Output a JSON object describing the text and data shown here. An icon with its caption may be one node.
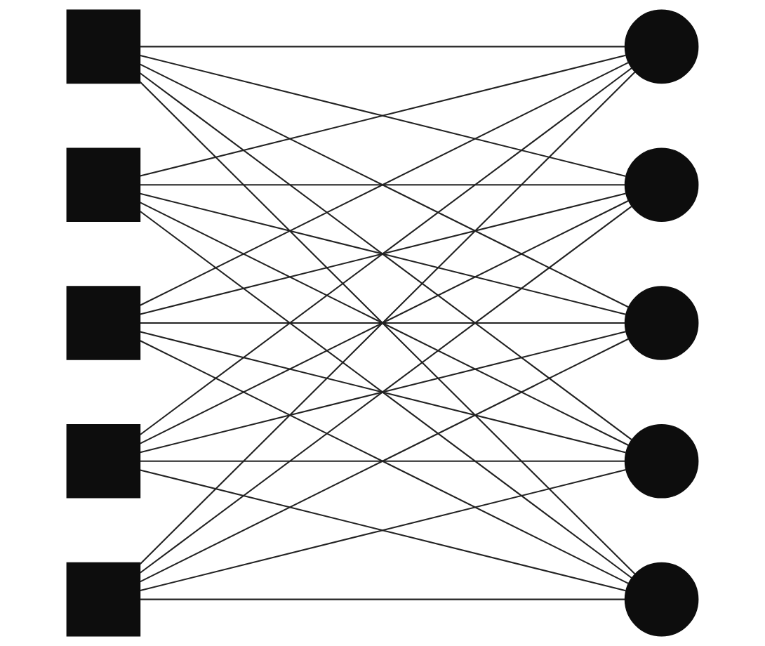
{
  "diagram": {
    "nodes": [
      {
        "text": [],
        "shape": "box"
      },
      {
        "text": [],
        "shape": "box"
      },
      {
        "text": [],
        "shape": "box"
      },
      {
        "text": [],
        "shape": "box"
      },
      {
        "text": [],
        "shape": "box"
      },
      {
        "text": [],
        "shape": "circle"
      },
      {
        "text": [],
        "shape": "circle"
      },
      {
        "text": [],
        "shape": "circle"
      },
      {
        "text": [],
        "shape": "circle"
      },
      {
        "text": [],
        "shape": "circle"
      }
    ],
    "edges": [
      {
        "from": 0,
        "to": 5,
        "arrow": "none"
      },
      {
        "from": 0,
        "to": 6,
        "arrow": "none"
      },
      {
        "from": 0,
        "to": 7,
        "arrow": "none"
      },
      {
        "from": 0,
        "to": 8,
        "arrow": "none"
      },
      {
        "from": 0,
        "to": 9,
        "arrow": "none"
      },
      {
        "from": 1,
        "to": 5,
        "arrow": "none"
      },
      {
        "from": 1,
        "to": 6,
        "arrow": "none"
      },
      {
        "from": 1,
        "to": 7,
        "arrow": "none"
      },
      {
        "from": 1,
        "to": 8,
        "arrow": "none"
      },
      {
        "from": 1,
        "to": 9,
        "arrow": "none"
      },
      {
        "from": 2,
        "to": 5,
        "arrow": "none"
      },
      {
        "from": 2,
        "to": 6,
        "arrow": "none"
      },
      {
        "from": 2,
        "to": 7,
        "arrow": "none"
      },
      {
        "from": 2,
        "to": 8,
        "arrow": "none"
      },
      {
        "from": 2,
        "to": 9,
        "arrow": "none"
      },
      {
        "from": 3,
        "to": 5,
        "arrow": "none"
      },
      {
        "from": 3,
        "to": 6,
        "arrow": "none"
      },
      {
        "from": 3,
        "to": 7,
        "arrow": "none"
      },
      {
        "from": 3,
        "to": 8,
        "arrow": "none"
      },
      {
        "from": 3,
        "to": 9,
        "arrow": "none"
      },
      {
        "from": 4,
        "to": 5,
        "arrow": "none"
      },
      {
        "from": 4,
        "to": 6,
        "arrow": "none"
      },
      {
        "from": 4,
        "to": 7,
        "arrow": "none"
      },
      {
        "from": 4,
        "to": 8,
        "arrow": "none"
      },
      {
        "from": 4,
        "to": 9,
        "arrow": "none"
      }
    ]
  }
}
